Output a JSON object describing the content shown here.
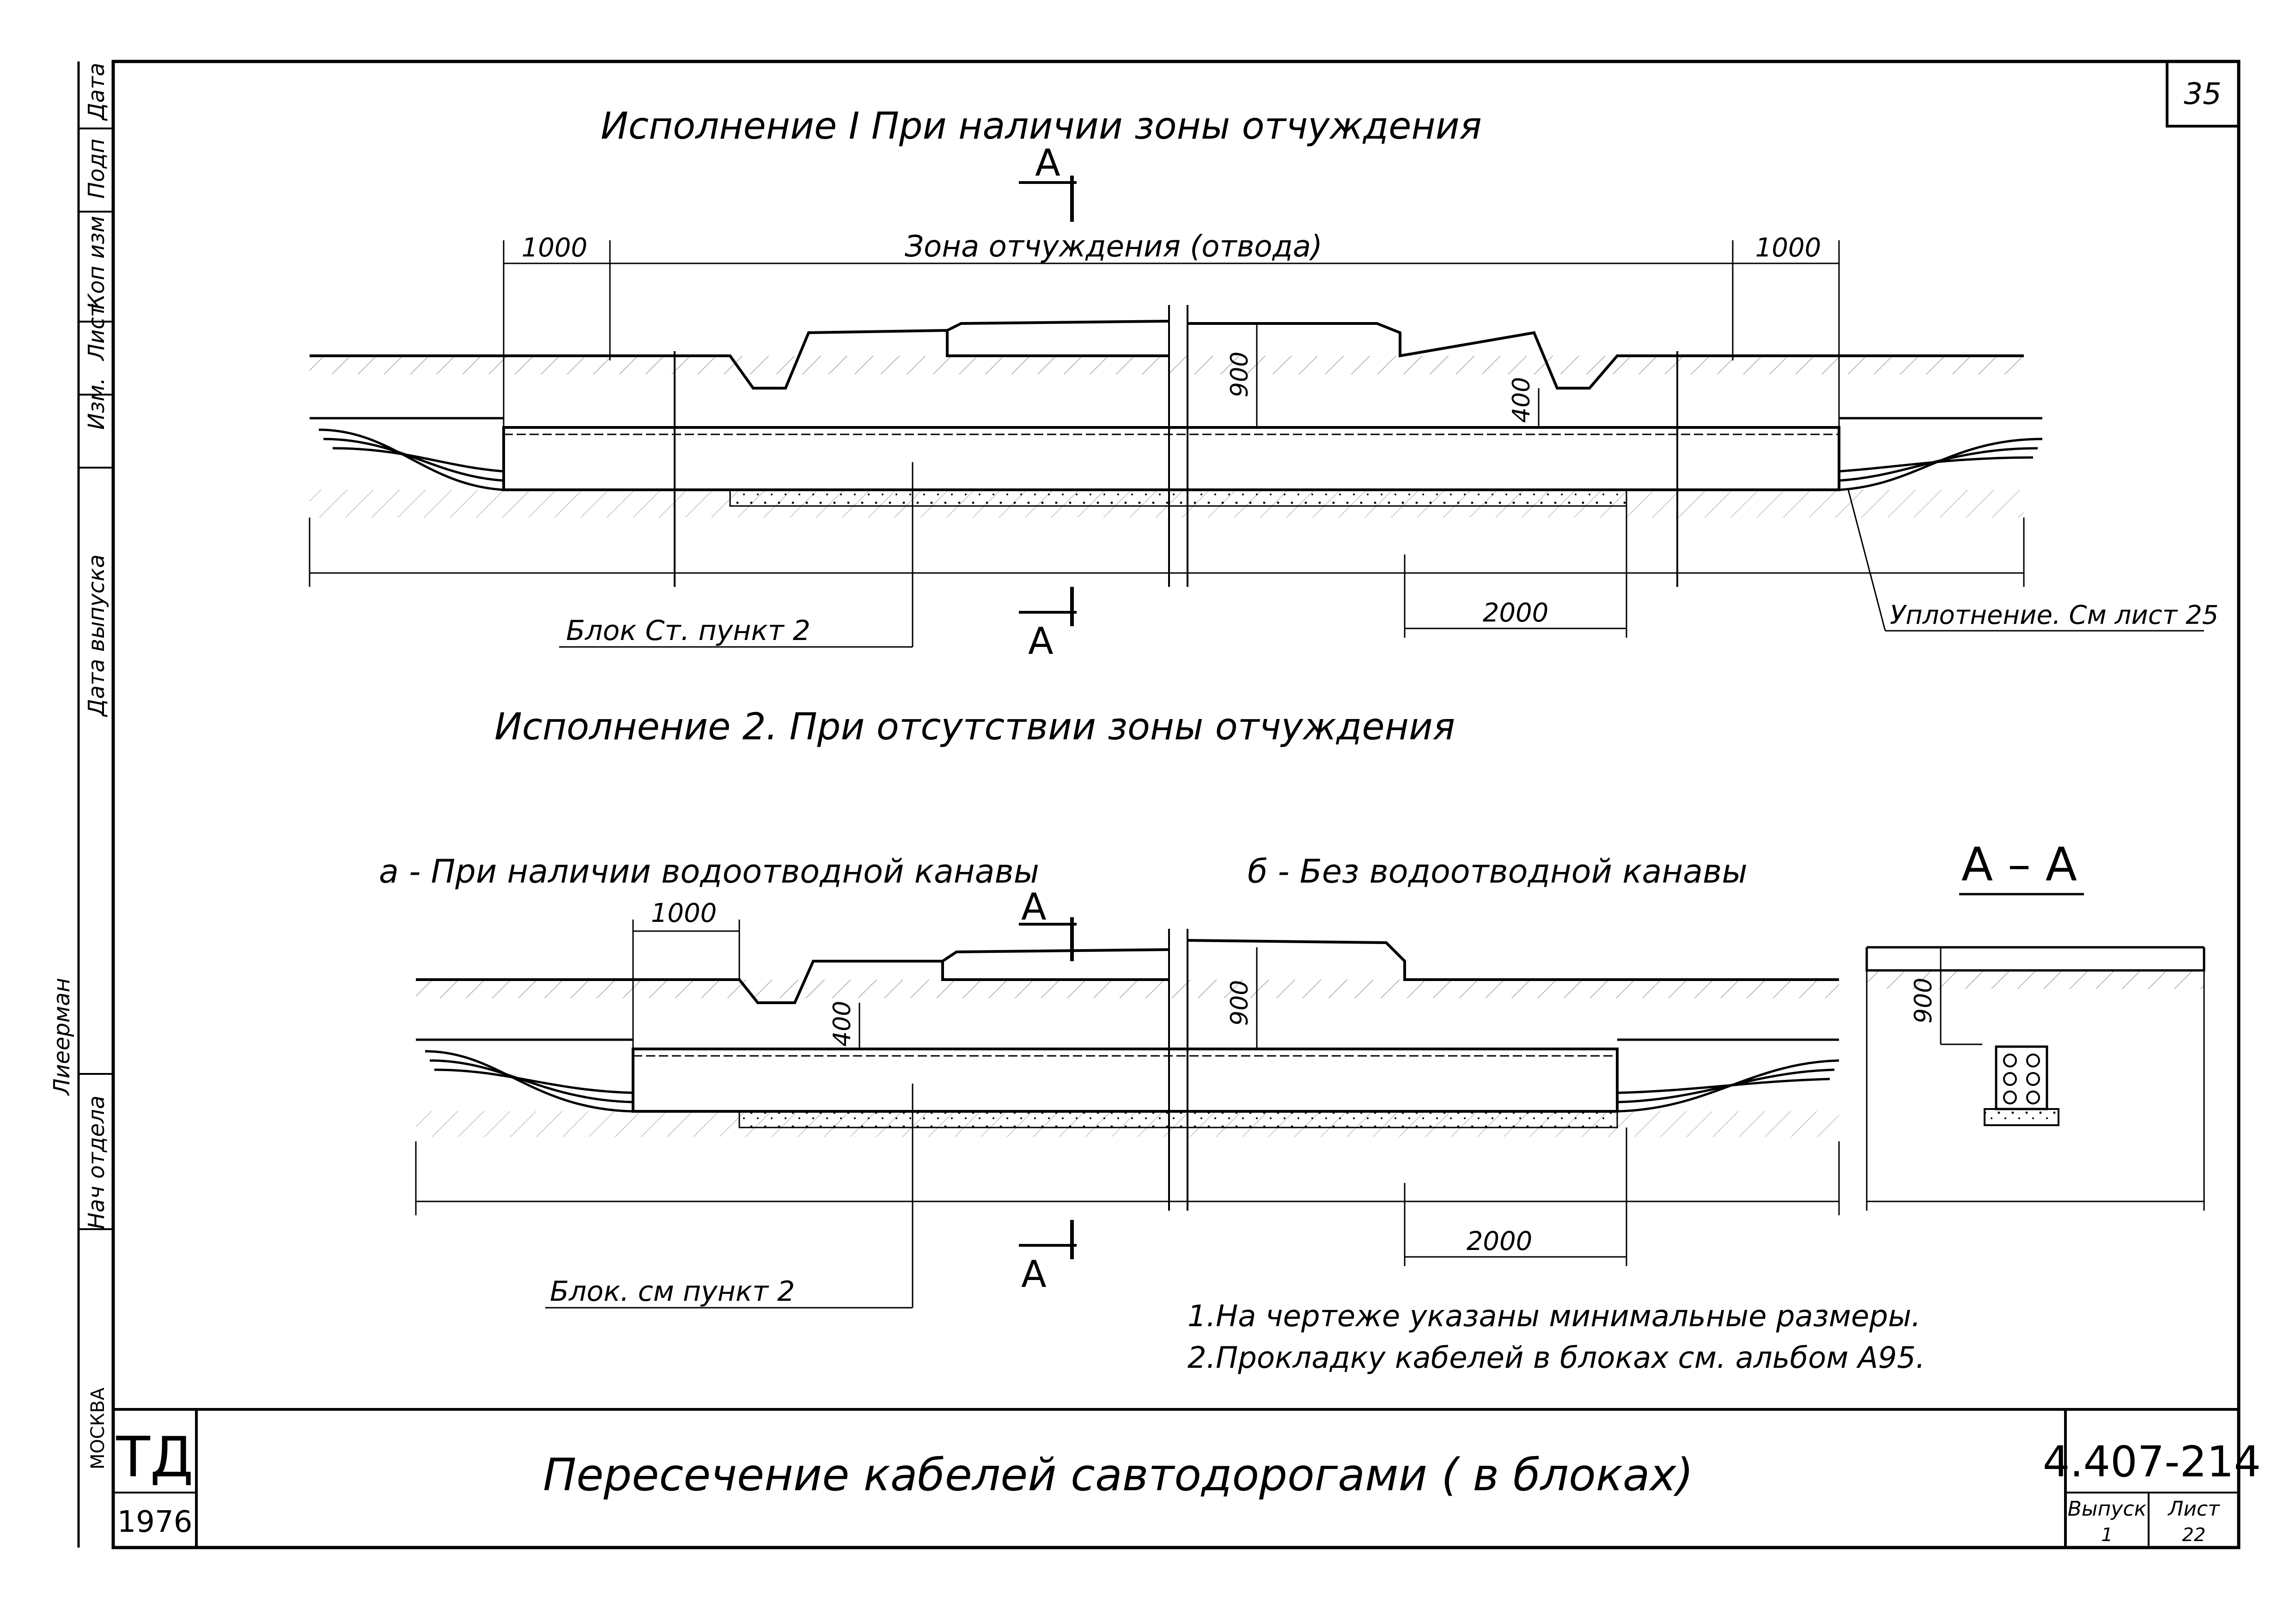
{
  "sheet": {
    "page_number": "35",
    "stamp": "ТД",
    "year": "1976",
    "drawing_code": "4.407-214",
    "title": "Пересечение кабелей савтодорогами ( в блоках)",
    "issue_label": "Выпуск",
    "issue_value": "1",
    "sheet_label": "Лист",
    "sheet_value": "22"
  },
  "side_strip": {
    "top_cells": [
      "Изм.",
      "Лист",
      "Коп изм",
      "Подп",
      "Дата"
    ],
    "date_of_issue": "Дата выпуска",
    "head_of_dept_label": "Нач отдела",
    "head_of_dept_name": "Лиеерман",
    "city": "МОСКВА"
  },
  "variant1": {
    "heading": "Исполнение I   При наличии зоны отчуждения",
    "zone_label": "Зона отчуждения (отвода)",
    "dim_left": "1000",
    "dim_right": "1000",
    "dim_depth": "900",
    "dim_ditch": "400",
    "dim_bottom": "2000",
    "label_block": "Блок Ст. пункт 2",
    "label_seal": "Уплотнение. См лист 25",
    "section_mark": "А"
  },
  "variant2": {
    "heading": "Исполнение 2. При отсутствии зоны отчуждения",
    "sub_a": "а - При наличии водоотводной канавы",
    "sub_b": "б - Без водоотводной канавы",
    "dim_left": "1000",
    "dim_ditch": "400",
    "dim_depth": "900",
    "dim_bottom": "2000",
    "label_block": "Блок. см пункт 2",
    "section_mark": "А"
  },
  "section_aa": {
    "title": "А – А",
    "dim_depth": "900"
  },
  "notes": [
    "1.На чертеже указаны минимальные размеры.",
    "2.Прокладку кабелей в блоках см. альбом А95."
  ]
}
